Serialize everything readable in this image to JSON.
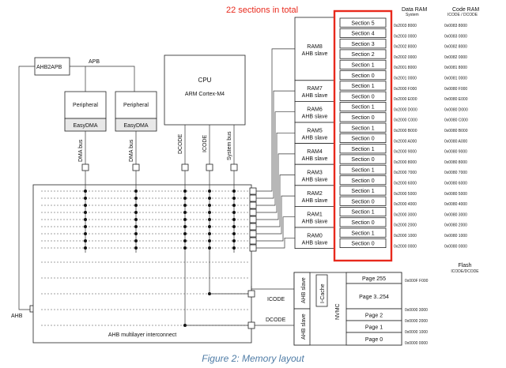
{
  "header": {
    "annotation": "22 sections in total",
    "data_ram_label": "Data RAM",
    "data_ram_sub": "System",
    "code_ram_label": "Code RAM",
    "code_ram_sub": "ICODE / DCODE"
  },
  "left": {
    "ahb2apb": "AHB2APB",
    "apb": "APB",
    "ahb": "AHB",
    "peripheral": "Peripheral",
    "easydma": "EasyDMA",
    "dma_bus": "DMA bus"
  },
  "cpu": {
    "title": "CPU",
    "core": "ARM Cortex-M4",
    "buses": [
      "DCODE",
      "ICODE",
      "System bus"
    ]
  },
  "interconnect_label": "AHB multilayer interconnect",
  "ram_blocks": [
    {
      "name": "RAM8",
      "role": "AHB slave",
      "sections": [
        "Section 5",
        "Section 4",
        "Section 3",
        "Section 2",
        "Section 1",
        "Section 0"
      ]
    },
    {
      "name": "RAM7",
      "role": "AHB slave",
      "sections": [
        "Section 1",
        "Section 0"
      ]
    },
    {
      "name": "RAM6",
      "role": "AHB slave",
      "sections": [
        "Section 1",
        "Section 0"
      ]
    },
    {
      "name": "RAM5",
      "role": "AHB slave",
      "sections": [
        "Section 1",
        "Section 0"
      ]
    },
    {
      "name": "RAM4",
      "role": "AHB slave",
      "sections": [
        "Section 1",
        "Section 0"
      ]
    },
    {
      "name": "RAM3",
      "role": "AHB slave",
      "sections": [
        "Section 1",
        "Section 0"
      ]
    },
    {
      "name": "RAM2",
      "role": "AHB slave",
      "sections": [
        "Section 1",
        "Section 0"
      ]
    },
    {
      "name": "RAM1",
      "role": "AHB slave",
      "sections": [
        "Section 1",
        "Section 0"
      ]
    },
    {
      "name": "RAM0",
      "role": "AHB slave",
      "sections": [
        "Section 1",
        "Section 0"
      ]
    }
  ],
  "data_addresses": [
    "0x2003 8000",
    "0x2003 0000",
    "0x2002 8000",
    "0x2002 0000",
    "0x2001 8000",
    "0x2001 0000",
    "0x2000 F000",
    "0x2000 E000",
    "0x2000 D000",
    "0x2000 C000",
    "0x2000 B000",
    "0x2000 A000",
    "0x2000 9000",
    "0x2000 8000",
    "0x2000 7000",
    "0x2000 6000",
    "0x2000 5000",
    "0x2000 4000",
    "0x2000 3000",
    "0x2000 2000",
    "0x2000 1000",
    "0x2000 0000"
  ],
  "code_addresses": [
    "0x0083 8000",
    "0x0083 0000",
    "0x0082 8000",
    "0x0082 0000",
    "0x0081 8000",
    "0x0081 0000",
    "0x0080 F000",
    "0x0080 E000",
    "0x0080 D000",
    "0x0080 C000",
    "0x0080 B000",
    "0x0080 A000",
    "0x0080 9000",
    "0x0080 8000",
    "0x0080 7000",
    "0x0080 6000",
    "0x0080 5000",
    "0x0080 4000",
    "0x0080 3000",
    "0x0080 2000",
    "0x0080 1000",
    "0x0080 0000"
  ],
  "flash": {
    "title": "Flash",
    "sub": "ICODE/DCODE",
    "icode": "ICODE",
    "dcode": "DCODE",
    "ahb_slave": "AHB slave",
    "icache": "I-Cache",
    "nvmc": "NVMC",
    "pages": [
      "Page 255",
      "Page 3..254",
      "Page 2",
      "Page 1",
      "Page 0"
    ],
    "addresses": [
      "0x000F F000",
      "0x0000 3000",
      "0x0000 2000",
      "0x0000 1000",
      "0x0000 0000"
    ]
  },
  "caption": "Figure 2: Memory layout"
}
